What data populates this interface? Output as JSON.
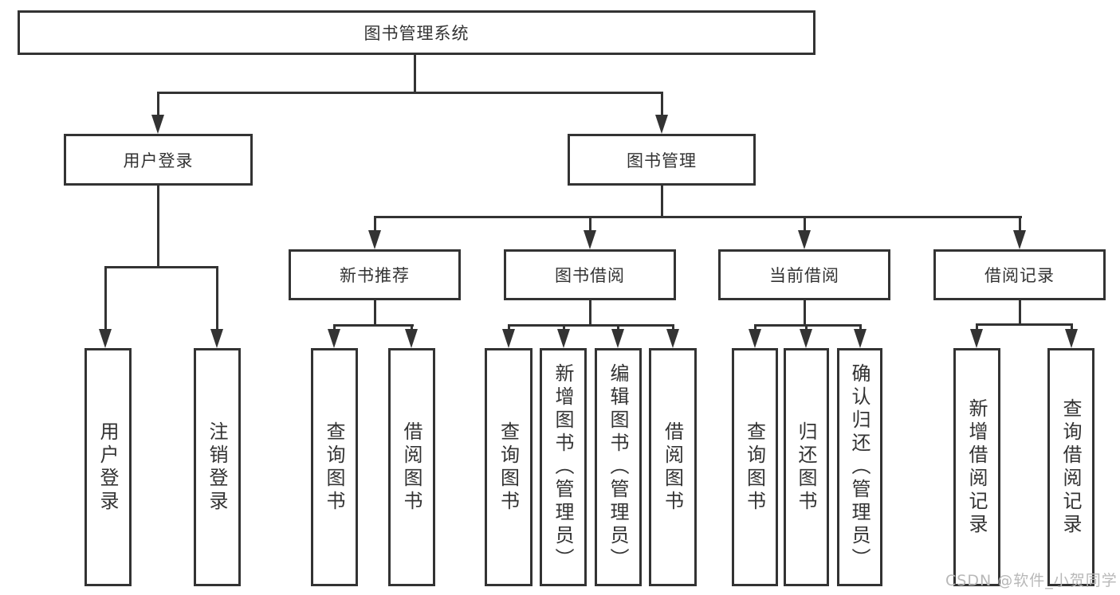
{
  "tree": {
    "root": {
      "label": "图书管理系统"
    },
    "branches": [
      {
        "label": "用户登录",
        "children": [
          {
            "label": "用户登录"
          },
          {
            "label": "注销登录"
          }
        ]
      },
      {
        "label": "图书管理",
        "children": [
          {
            "label": "新书推荐",
            "children": [
              {
                "label": "查询图书"
              },
              {
                "label": "借阅图书"
              }
            ]
          },
          {
            "label": "图书借阅",
            "children": [
              {
                "label": "查询图书"
              },
              {
                "label": "新增图书（管理员）"
              },
              {
                "label": "编辑图书（管理员）"
              },
              {
                "label": "借阅图书"
              }
            ]
          },
          {
            "label": "当前借阅",
            "children": [
              {
                "label": "查询图书"
              },
              {
                "label": "归还图书"
              },
              {
                "label": "确认归还（管理员）"
              }
            ]
          },
          {
            "label": "借阅记录",
            "children": [
              {
                "label": "新增借阅记录"
              },
              {
                "label": "查询借阅记录"
              }
            ]
          }
        ]
      }
    ]
  },
  "watermark": {
    "text": "CSDN @软件_小贺同学"
  },
  "colors": {
    "line": "#333333",
    "watermark": "#b8b8b8",
    "background": "#ffffff"
  }
}
